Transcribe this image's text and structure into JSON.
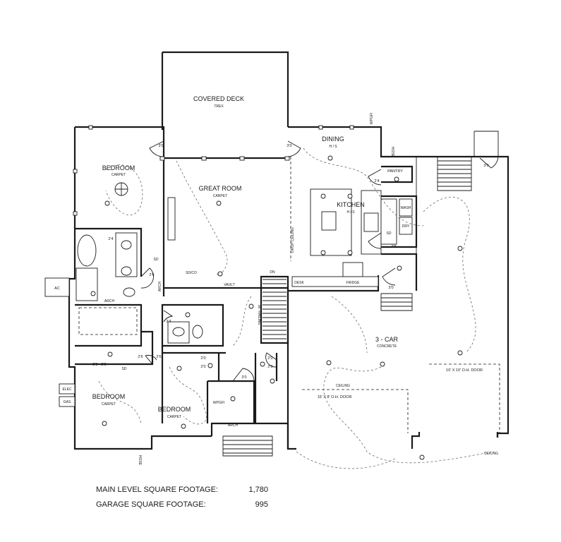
{
  "rooms": {
    "covered_deck": "COVERED DECK",
    "covered_deck_finish": "TREX",
    "dining": "DINING",
    "dining_finish": "H / S",
    "bedroom_nw": "BEDROOM",
    "bedroom_nw_finish": "CARPET",
    "great_room": "GREAT ROOM",
    "great_room_finish": "CARPET",
    "kitchen": "KITCHEN",
    "kitchen_finish": "H / S",
    "garage": "3 - CAR",
    "garage_finish": "CONCRETE",
    "bedroom_sw": "BEDROOM",
    "bedroom_sw_finish": "CARPET",
    "bedroom_s": "BEDROOM",
    "bedroom_s_finish": "CARPET",
    "pantry": "PANTRY"
  },
  "labels": {
    "ac": "AC",
    "elec": "ELEC",
    "gas": "GAS",
    "sd": "SD",
    "sd_co": "SD/CO",
    "vault": "VAULT",
    "arch": "ARCH",
    "desk": "DESK",
    "fridge": "FRIDGE",
    "drop_ceiling": "DROP CEILING",
    "railing": "36\" RAILING",
    "dn": "DN",
    "hose": "HOSE",
    "wpgfi": "WPGFI",
    "ceiling": "CEILING",
    "wash": "WASH",
    "dry": "DRY",
    "door_10x10": "10' X 10' O.H. DOOR",
    "door_16x8": "16' X 8' O.H. DOOR",
    "dim_30": "3'0",
    "dim_24": "2'4",
    "dim_26": "2'6",
    "dim_28": "2'8",
    "dim_20": "2'0"
  },
  "footage": [
    {
      "name": "MAIN LEVEL SQUARE FOOTAGE:",
      "value": "1,780"
    },
    {
      "name": "GARAGE SQUARE FOOTAGE:",
      "value": "995"
    }
  ]
}
